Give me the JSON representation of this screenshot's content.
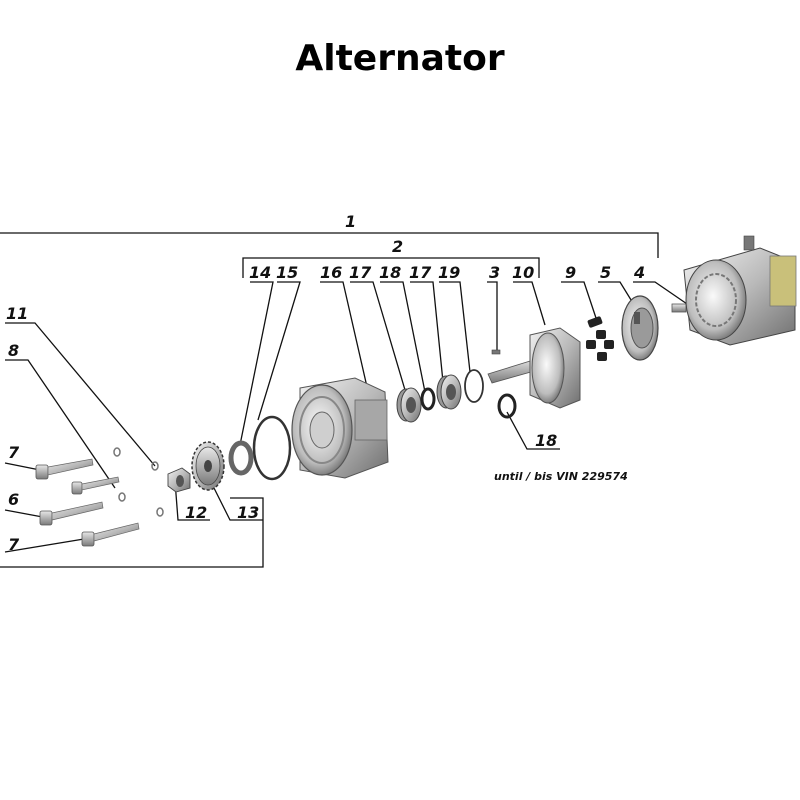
{
  "title": "Alternator",
  "note": "until / bis VIN 229574",
  "labels": {
    "p1": "1",
    "p2": "2",
    "p3": "3",
    "p4": "4",
    "p5": "5",
    "p6": "6",
    "p7a": "7",
    "p7b": "7",
    "p8": "8",
    "p9": "9",
    "p10": "10",
    "p11": "11",
    "p12": "12",
    "p13": "13",
    "p14": "14",
    "p15": "15",
    "p16": "16",
    "p17a": "17",
    "p17b": "17",
    "p18a": "18",
    "p18b": "18",
    "p19": "19"
  }
}
